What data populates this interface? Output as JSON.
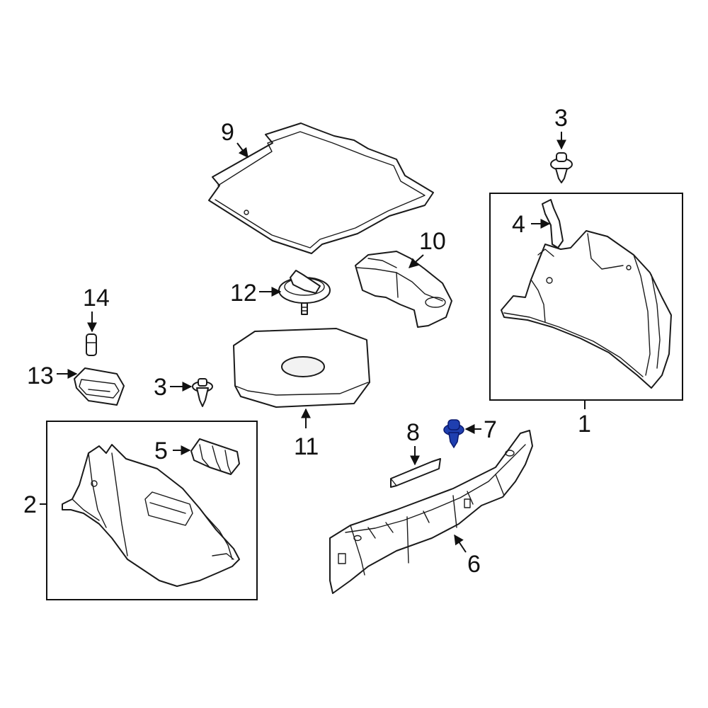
{
  "callouts": {
    "c1": "1",
    "c2": "2",
    "c3a": "3",
    "c3b": "3",
    "c4": "4",
    "c5": "5",
    "c6": "6",
    "c7": "7",
    "c8": "8",
    "c9": "9",
    "c10": "10",
    "c11": "11",
    "c12": "12",
    "c13": "13",
    "c14": "14"
  },
  "colors": {
    "highlight": "#1f3fb0",
    "line": "#1a1a1a"
  },
  "highlighted_part": "7"
}
